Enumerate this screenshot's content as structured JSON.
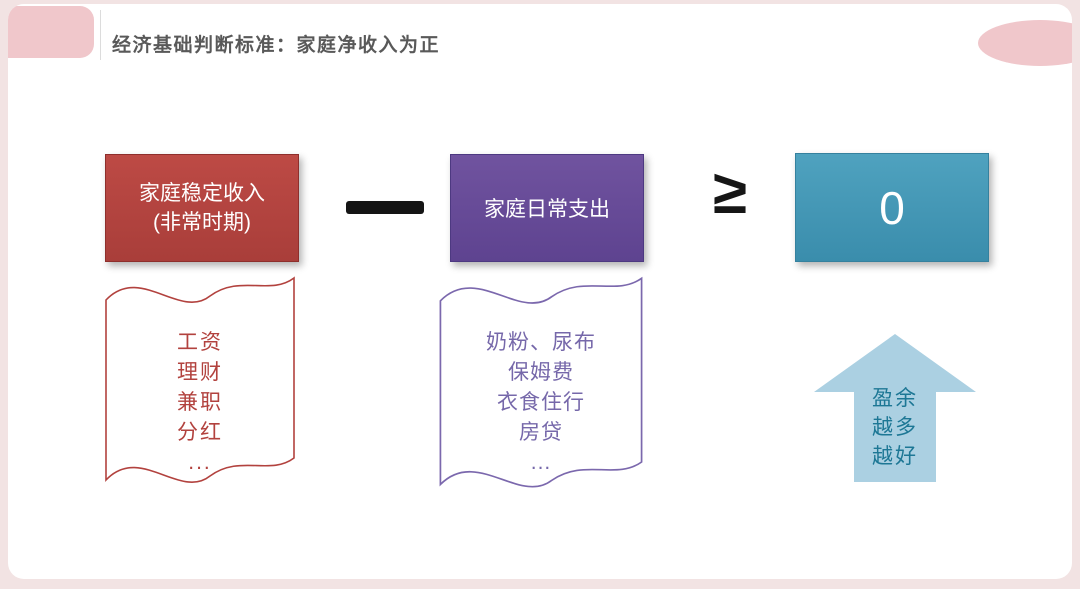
{
  "title": "经济基础判断标准：家庭净收入为正",
  "equation": {
    "income_line1": "家庭稳定收入",
    "income_line2": "(非常时期)",
    "minus": "−",
    "expense": "家庭日常支出",
    "gte": "≥",
    "result": "0"
  },
  "income_items": [
    "工资",
    "理财",
    "兼职",
    "分红",
    "..."
  ],
  "expense_items": [
    "奶粉、尿布",
    "保姆费",
    "衣食住行",
    "房贷",
    "..."
  ],
  "surplus_lines": [
    "盈余",
    "越多",
    "越好"
  ],
  "colors": {
    "income_box": "#b2433f",
    "expense_box": "#6a4f9e",
    "result_box": "#4598b7",
    "arrow_fill": "#abd0e2",
    "arrow_text": "#1d7795",
    "accent_pink": "#f0c7cb",
    "title_text": "#595959"
  }
}
